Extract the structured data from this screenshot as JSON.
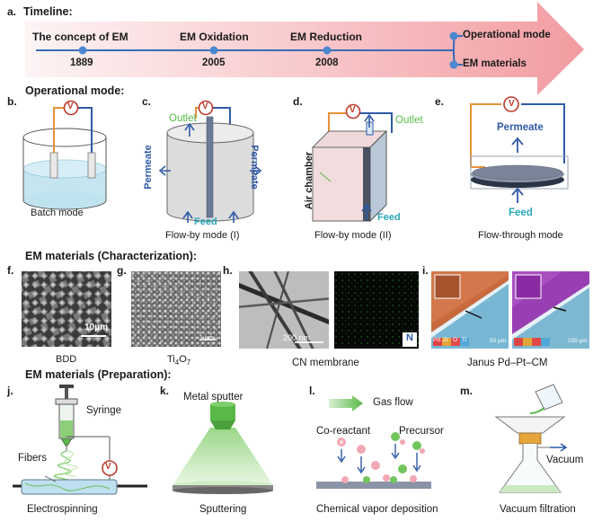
{
  "panels": {
    "a": "a.",
    "b": "b.",
    "c": "c.",
    "d": "d.",
    "e": "e.",
    "f": "f.",
    "g": "g.",
    "h": "h.",
    "i": "i.",
    "j": "j.",
    "k": "k.",
    "l": "l.",
    "m": "m."
  },
  "sections": {
    "timeline": "Timeline:",
    "operational": "Operational mode:",
    "characterization": "EM materials (Characterization):",
    "preparation": "EM materials (Preparation):"
  },
  "timeline": {
    "events": [
      {
        "label": "The concept of EM",
        "year": "1889"
      },
      {
        "label": "EM Oxidation",
        "year": "2005"
      },
      {
        "label": "EM Reduction",
        "year": "2008"
      }
    ],
    "branches": [
      "Operational mode",
      "EM materials"
    ]
  },
  "operational": {
    "batch": {
      "caption": "Batch mode",
      "meter": "V"
    },
    "flowby1": {
      "caption": "Flow-by mode (I)",
      "outlet": "Outlet",
      "permeate_left": "Permeate",
      "permeate_right": "Permeate",
      "feed": "Feed",
      "meter": "V"
    },
    "flowby2": {
      "caption": "Flow-by mode (II)",
      "outlet": "Outlet",
      "air_chamber": "Air chamber",
      "feed": "Feed",
      "meter": "V"
    },
    "flowthrough": {
      "caption": "Flow-through mode",
      "permeate": "Permeate",
      "feed": "Feed",
      "meter": "V"
    }
  },
  "characterization": {
    "bdd": {
      "caption": "BDD",
      "scale": "10μm"
    },
    "ti4o7": {
      "caption_main": "Ti",
      "caption_sub1": "4",
      "caption_mid": "O",
      "caption_sub2": "7",
      "scale": "1 μm"
    },
    "cn": {
      "caption": "CN membrane",
      "scale": "200 nm",
      "element": "N"
    },
    "janus": {
      "caption": "Janus Pd–Pt–CM",
      "scale1": "50 μm",
      "scale2": "100 μm",
      "elements": [
        "Pd",
        "Zr",
        "O",
        "Ti"
      ]
    }
  },
  "preparation": {
    "electrospinning": {
      "caption": "Electrospinning",
      "syringe": "Syringe",
      "fibers": "Fibers",
      "meter": "V"
    },
    "sputtering": {
      "caption": "Sputtering",
      "source": "Metal sputter"
    },
    "cvd": {
      "caption": "Chemical vapor deposition",
      "gas_flow": "Gas flow",
      "co_reactant": "Co-reactant",
      "precursor": "Precursor"
    },
    "filtration": {
      "caption": "Vacuum filtration",
      "vacuum": "Vacuum"
    }
  },
  "colors": {
    "orange": "#e8913a",
    "blue": "#2f5aa8",
    "teal": "#2aa6b9",
    "green": "#59b848",
    "meter_red": "#c0392b",
    "arrow_pink": "#f4a4a8"
  }
}
